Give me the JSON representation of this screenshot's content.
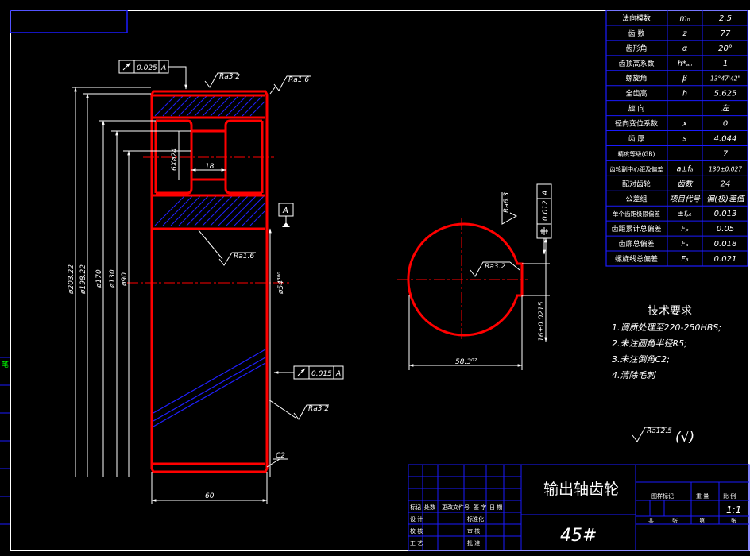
{
  "drawing": {
    "part_name": "输出轴齿轮",
    "material": "45#",
    "scale": "1:1",
    "colors": {
      "background": "#000000",
      "outline": "#ff0000",
      "line": "#ffffff",
      "hatch": "#2020ff",
      "frame_blue": "#1a1aff",
      "annotation": "#ffffff"
    }
  },
  "side_view": {
    "runout_top": "0.025",
    "runout_top_datum": "A",
    "runout_mid": "0.015",
    "runout_mid_datum": "A",
    "roughness": [
      "Ra3.2",
      "Ra1.6",
      "Ra1.6",
      "Ra3.2"
    ],
    "datum_label": "A",
    "diameters": [
      "ø203.22",
      "ø198.22",
      "ø170",
      "ø130",
      "ø90"
    ],
    "bore": "ø54³⁰⁰",
    "holes": "6Xø24",
    "web_width": "18",
    "face_width": "60",
    "chamfer": "C2"
  },
  "end_view": {
    "keyway_depth": "58.3⁰²",
    "keyway_width": "16±0.0215",
    "roughness_keyway": "Ra3.2",
    "roughness_side": "Ra6.3",
    "symmetry": "0.012",
    "symmetry_datum": "A",
    "symmetry_icon": "symmetry-icon"
  },
  "param_table": [
    {
      "name": "法向模数",
      "symbol": "mₙ",
      "value": "2.5"
    },
    {
      "name": "齿 数",
      "symbol": "z",
      "value": "77"
    },
    {
      "name": "齿形角",
      "symbol": "α",
      "value": "20°"
    },
    {
      "name": "齿顶高系数",
      "symbol": "h*ₐₙ",
      "value": "1"
    },
    {
      "name": "螺旋角",
      "symbol": "β",
      "value": "13°47'42\""
    },
    {
      "name": "全齿高",
      "symbol": "h",
      "value": "5.625"
    },
    {
      "name": "旋 向",
      "symbol": "",
      "value": "左"
    },
    {
      "name": "径向变位系数",
      "symbol": "x",
      "value": "0"
    },
    {
      "name": "齿 厚",
      "symbol": "s",
      "value": "4.044"
    },
    {
      "name": "精度等级(GB)",
      "symbol": "",
      "value": "7"
    },
    {
      "name": "齿轮副中心距及偏差",
      "symbol": "a±fₐ",
      "value": "130±0.027"
    },
    {
      "name": "配对齿轮",
      "symbol": "齿数",
      "value": "24"
    },
    {
      "name": "公差组",
      "symbol": "项目代号",
      "value": "偏(极)差值"
    },
    {
      "name": "单个齿距极限偏差",
      "symbol": "±fₚₜ",
      "value": "0.013"
    },
    {
      "name": "齿距累计总偏差",
      "symbol": "Fₚ",
      "value": "0.05"
    },
    {
      "name": "齿廓总偏差",
      "symbol": "Fₐ",
      "value": "0.018"
    },
    {
      "name": "螺旋线总偏差",
      "symbol": "Fᵦ",
      "value": "0.021"
    }
  ],
  "tech_requirements": {
    "title": "技术要求",
    "items": [
      "1.调质处理至220-250HBS;",
      "2.未注圆角半径R5;",
      "3.未注倒角C2;",
      "4.清除毛刺"
    ],
    "general_roughness": "Ra12.5",
    "general_roughness_suffix": "(√)"
  },
  "title_block": {
    "left_labels": [
      "标记",
      "处数",
      "更改文件号",
      "签 字",
      "日 期",
      "设 计",
      "标准化",
      "校 核",
      "工 艺",
      "审 核",
      "批 准"
    ],
    "right_labels": [
      "图样标记",
      "重 量",
      "比 例",
      "共",
      "张",
      "第",
      "张"
    ]
  },
  "left_edge_text": "笔"
}
